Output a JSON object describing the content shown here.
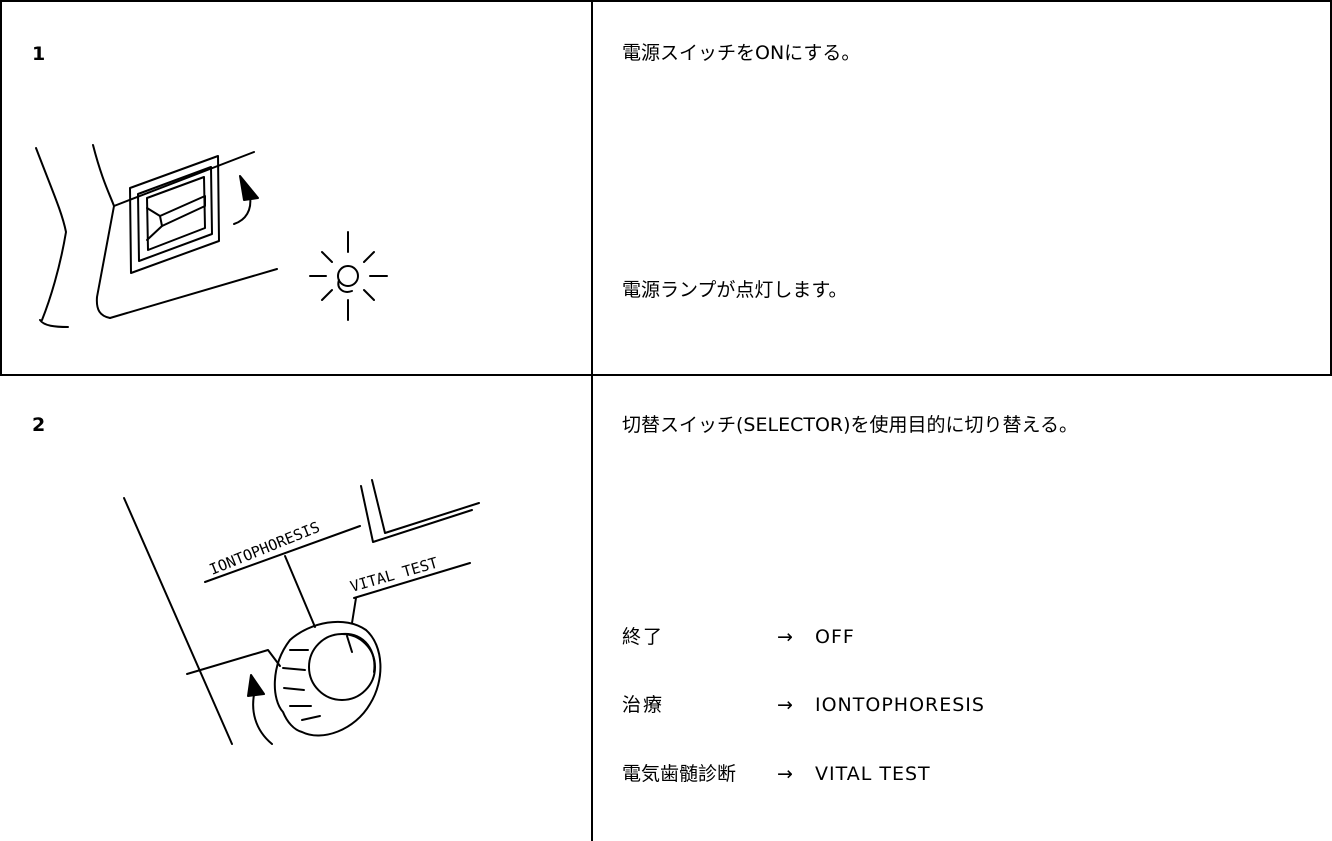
{
  "steps": [
    {
      "number": "1",
      "instruction": "電源スイッチをONにする。",
      "result": "電源ランプが点灯します。"
    },
    {
      "number": "2",
      "instruction": "切替スイッチ(SELECTOR)を使用目的に切り替える。",
      "figure_labels": {
        "iontophoresis": "IONTOPHORESIS",
        "vital_test": "VITAL TEST"
      },
      "modes": [
        {
          "purpose": "終了",
          "arrow": "→",
          "setting": "OFF"
        },
        {
          "purpose": "治療",
          "arrow": "→",
          "setting": "IONTOPHORESIS"
        },
        {
          "purpose": "電気歯髄診断",
          "arrow": "→",
          "setting": "VITAL TEST"
        }
      ]
    }
  ]
}
